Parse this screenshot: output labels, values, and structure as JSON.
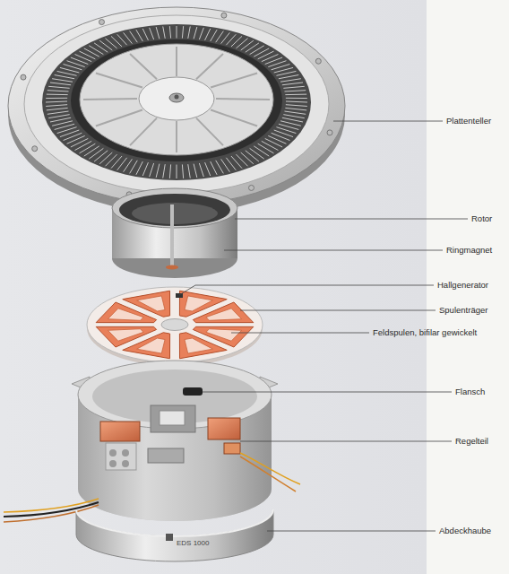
{
  "diagram": {
    "labels": [
      "Plattenteller",
      "Rotor",
      "Ringmagnet",
      "Hallgenerator",
      "Spulenträger",
      "Feldspulen, bifilar gewickelt",
      "Flansch",
      "Regelteil",
      "Abdeckhaube",
      "EDS 1000"
    ]
  }
}
